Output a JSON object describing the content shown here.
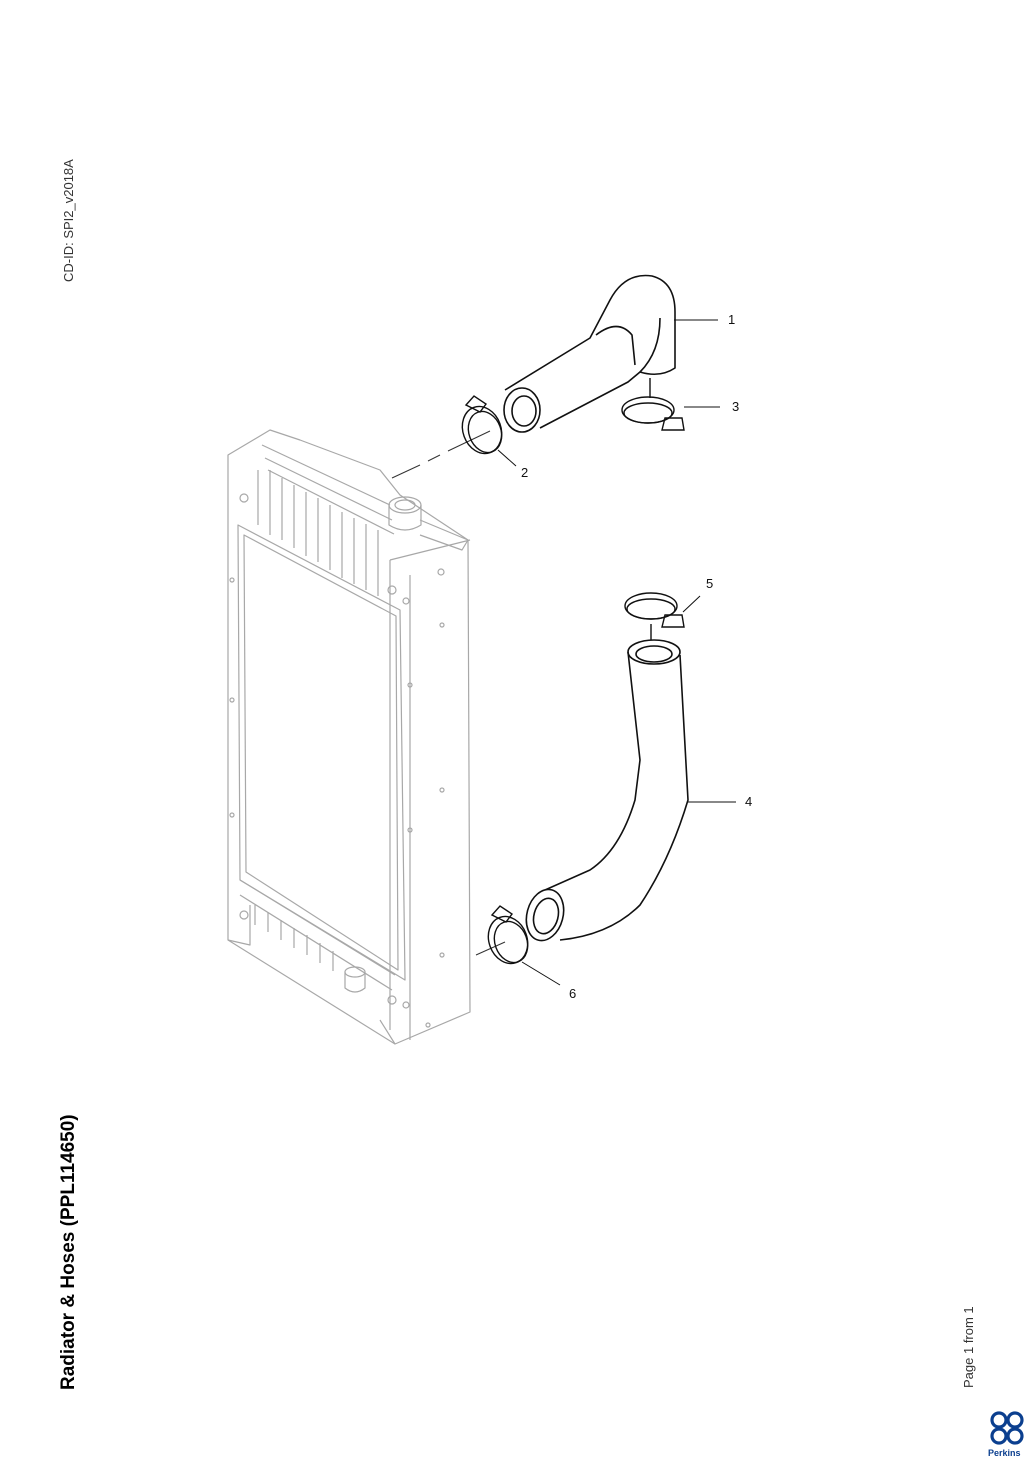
{
  "header": {
    "cd_id": "CD-ID: SPI2_v2018A"
  },
  "title": "Radiator & Hoses (PPL114650)",
  "footer": {
    "page": "Page 1 from 1"
  },
  "diagram": {
    "callouts": [
      {
        "id": "1",
        "label": "1"
      },
      {
        "id": "2",
        "label": "2"
      },
      {
        "id": "3",
        "label": "3"
      },
      {
        "id": "4",
        "label": "4"
      },
      {
        "id": "5",
        "label": "5"
      },
      {
        "id": "6",
        "label": "6"
      }
    ]
  },
  "logo": {
    "text": "Perkins",
    "color": "#0b3f8f",
    "icon": "perkins-logo-icon"
  }
}
